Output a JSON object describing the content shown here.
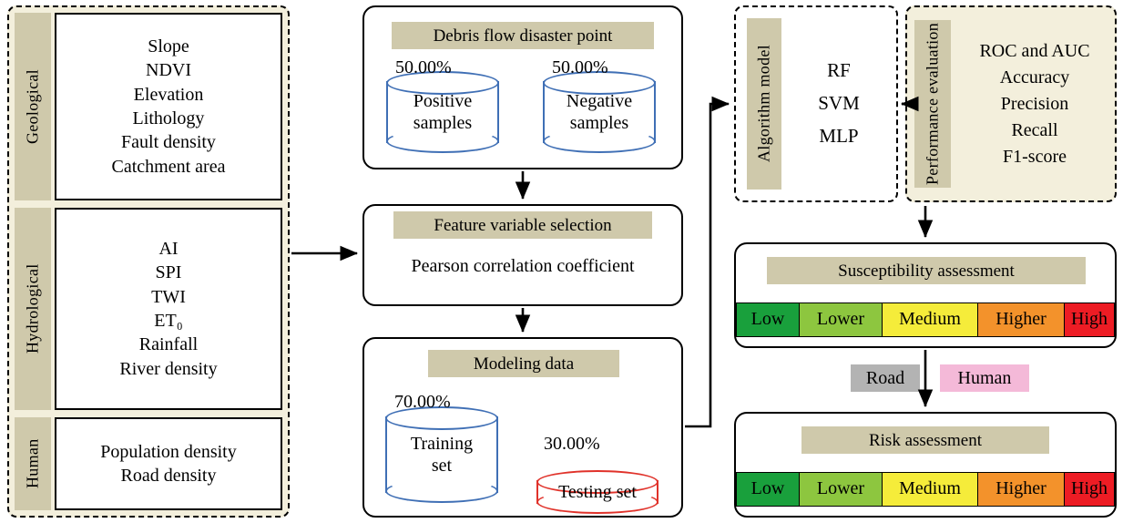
{
  "left_panel": {
    "groups": [
      {
        "vlabel": "Geological",
        "items": [
          "Slope",
          "NDVI",
          "Elevation",
          "Lithology",
          "Fault density",
          "Catchment area"
        ]
      },
      {
        "vlabel": "Hydrological",
        "items": [
          "AI",
          "SPI",
          "TWI",
          "ET₀",
          "Rainfall",
          "River density"
        ]
      },
      {
        "vlabel": "Human",
        "items": [
          "Population density",
          "Road density"
        ]
      }
    ]
  },
  "disaster_point": {
    "title": "Debris flow disaster point",
    "positive": {
      "pct": "50.00%",
      "label_line1": "Positive",
      "label_line2": "samples"
    },
    "negative": {
      "pct": "50.00%",
      "label_line1": "Negative",
      "label_line2": "samples"
    }
  },
  "feature_selection": {
    "title": "Feature variable selection",
    "body": "Pearson correlation coefficient"
  },
  "modeling_data": {
    "title": "Modeling data",
    "training": {
      "pct": "70.00%",
      "label_line1": "Training",
      "label_line2": "set"
    },
    "testing": {
      "pct": "30.00%",
      "label": "Testing set"
    }
  },
  "algorithm": {
    "vlabel": "Algorithm model",
    "items": [
      "RF",
      "SVM",
      "MLP"
    ]
  },
  "performance": {
    "vlabel": "Performance evaluation",
    "items": [
      "ROC and AUC",
      "Accuracy",
      "Precision",
      "Recall",
      "F1-score"
    ]
  },
  "susceptibility": {
    "title": "Susceptibility assessment",
    "classes": [
      "Low",
      "Lower",
      "Medium",
      "Higher",
      "High"
    ],
    "colors": [
      "#19a03c",
      "#8dc63f",
      "#f5ec3a",
      "#f3922b",
      "#ed1c24"
    ]
  },
  "risk": {
    "title": "Risk assessment",
    "classes": [
      "Low",
      "Lower",
      "Medium",
      "Higher",
      "High"
    ],
    "colors": [
      "#19a03c",
      "#8dc63f",
      "#f5ec3a",
      "#f3922b",
      "#ed1c24"
    ]
  },
  "mid_tags": {
    "road": {
      "label": "Road",
      "color": "#b3b3b3"
    },
    "human": {
      "label": "Human",
      "color": "#f4b9d8"
    }
  }
}
